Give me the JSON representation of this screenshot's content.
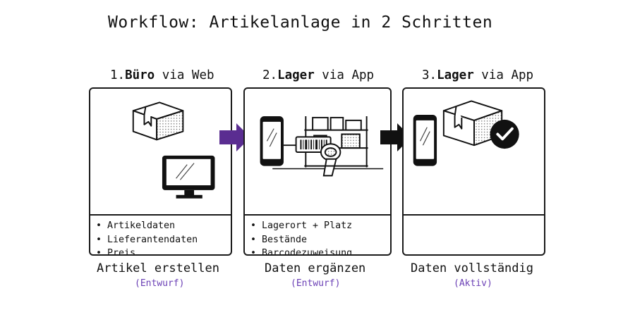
{
  "title": "Workflow: Artikelanlage in 2 Schritten",
  "steps": [
    {
      "number": "1.",
      "actor": "Büro",
      "via": " via Web",
      "bullets": [
        "Artikeldaten",
        "Lieferantendaten",
        "Preis"
      ],
      "caption": "Artikel erstellen",
      "status": "(Entwurf)"
    },
    {
      "number": "2.",
      "actor": "Lager",
      "via": " via App",
      "bullets": [
        "Lagerort + Platz",
        "Bestände",
        "Barcodezuweisung"
      ],
      "caption": "Daten ergänzen",
      "status": "(Entwurf)"
    },
    {
      "number": "3.",
      "actor": "Lager",
      "via": " via App",
      "bullets": [],
      "caption": "Daten vollständig",
      "status": "(Aktiv)"
    }
  ],
  "colors": {
    "arrow_1": "#5a2d91",
    "arrow_2": "#111111",
    "status_text": "#6a3fb5",
    "checkmark_badge": "#111111"
  },
  "icons": {
    "step_1": [
      "box-icon",
      "monitor-icon"
    ],
    "step_2": [
      "smartphone-icon",
      "warehouse-shelf-icon",
      "barcode-label-icon",
      "barcode-scanner-icon"
    ],
    "step_3": [
      "smartphone-icon",
      "box-icon",
      "check-circle-icon"
    ]
  }
}
